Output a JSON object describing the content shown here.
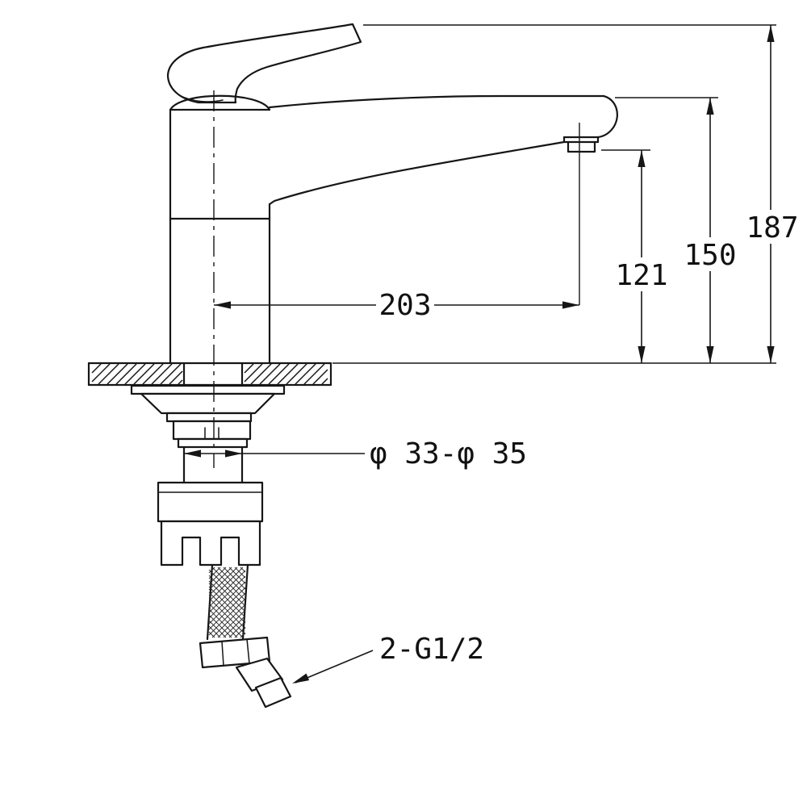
{
  "drawing": {
    "subject": "Single-lever basin faucet, side elevation installation drawing"
  },
  "dimensions": {
    "overall_height": "187",
    "spout_height": "150",
    "outlet_height": "121",
    "spout_reach": "203",
    "hole_diameter": "φ 33-φ 35",
    "connection_thread": "2-G1/2"
  },
  "colors": {
    "line": "#161616",
    "background": "#ffffff"
  }
}
